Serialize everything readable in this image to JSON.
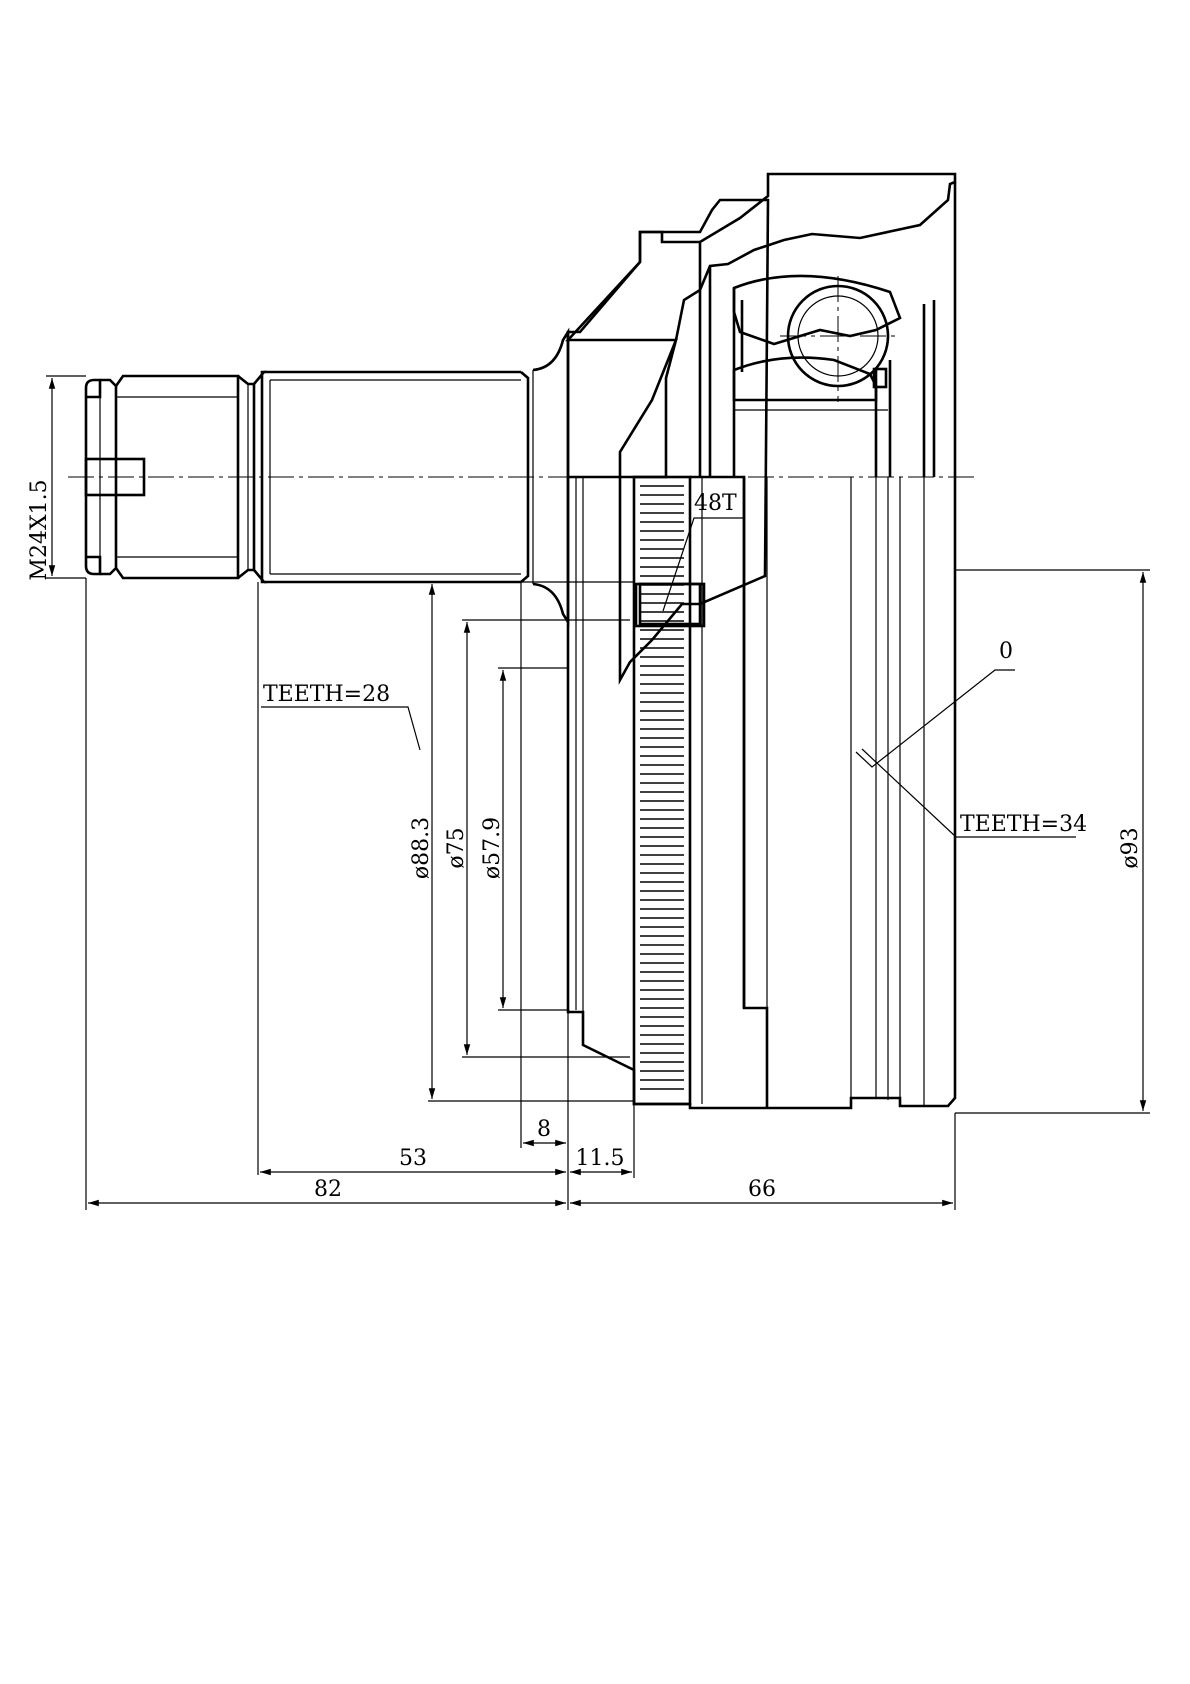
{
  "drawing": {
    "labels": {
      "abs_ring_teeth": "48T",
      "outer_spline_teeth": "TEETH=28",
      "inner_spline_teeth": "TEETH=34",
      "thread_spec": "M24X1.5",
      "angle_note": "0"
    },
    "diameters": {
      "d_883": "ø88.3",
      "d_75": "ø75",
      "d_579": "ø57.9",
      "d_93": "ø93"
    },
    "lengths": {
      "len_82": "82",
      "len_53": "53",
      "len_8": "8",
      "len_115": "11.5",
      "len_66": "66"
    }
  }
}
